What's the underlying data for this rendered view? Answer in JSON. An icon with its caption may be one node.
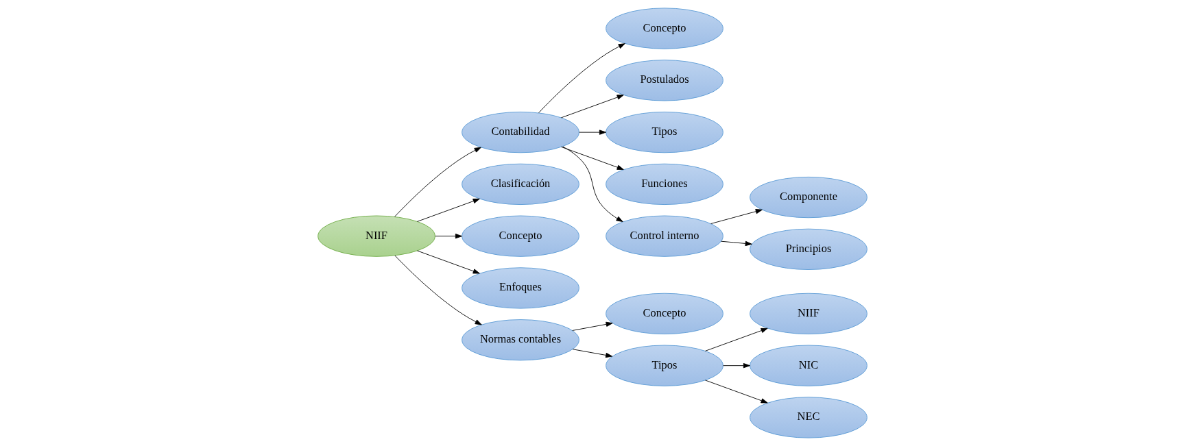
{
  "diagram": {
    "nodes": [
      {
        "text": [
          "NIIF"
        ]
      },
      {
        "text": [
          "Contabilidad"
        ]
      },
      {
        "text": [
          "Concepto"
        ]
      },
      {
        "text": [
          "Postulados"
        ]
      },
      {
        "text": [
          "Tipos"
        ]
      },
      {
        "text": [
          "Funciones"
        ]
      },
      {
        "text": [
          "Control interno"
        ]
      },
      {
        "text": [
          "Componente"
        ]
      },
      {
        "text": [
          "Principios"
        ]
      },
      {
        "text": [
          "Clasificación"
        ]
      },
      {
        "text": [
          "Concepto"
        ]
      },
      {
        "text": [
          "Enfoques"
        ]
      },
      {
        "text": [
          "Normas contables"
        ]
      },
      {
        "text": [
          "Concepto"
        ]
      },
      {
        "text": [
          "Tipos"
        ]
      },
      {
        "text": [
          "NIIF"
        ]
      },
      {
        "text": [
          "NIC"
        ]
      },
      {
        "text": [
          "NEC"
        ]
      }
    ],
    "edges": [
      {
        "from": 0,
        "to": 1,
        "arrow": "to"
      },
      {
        "from": 0,
        "to": 9,
        "arrow": "to"
      },
      {
        "from": 0,
        "to": 10,
        "arrow": "to"
      },
      {
        "from": 0,
        "to": 11,
        "arrow": "to"
      },
      {
        "from": 0,
        "to": 12,
        "arrow": "to"
      },
      {
        "from": 1,
        "to": 2,
        "arrow": "to"
      },
      {
        "from": 1,
        "to": 3,
        "arrow": "to"
      },
      {
        "from": 1,
        "to": 4,
        "arrow": "to"
      },
      {
        "from": 1,
        "to": 5,
        "arrow": "to"
      },
      {
        "from": 1,
        "to": 6,
        "arrow": "to"
      },
      {
        "from": 6,
        "to": 7,
        "arrow": "to"
      },
      {
        "from": 6,
        "to": 8,
        "arrow": "to"
      },
      {
        "from": 12,
        "to": 13,
        "arrow": "to"
      },
      {
        "from": 12,
        "to": 14,
        "arrow": "to"
      },
      {
        "from": 14,
        "to": 15,
        "arrow": "to"
      },
      {
        "from": 14,
        "to": 16,
        "arrow": "to"
      },
      {
        "from": 14,
        "to": 17,
        "arrow": "to"
      }
    ]
  }
}
